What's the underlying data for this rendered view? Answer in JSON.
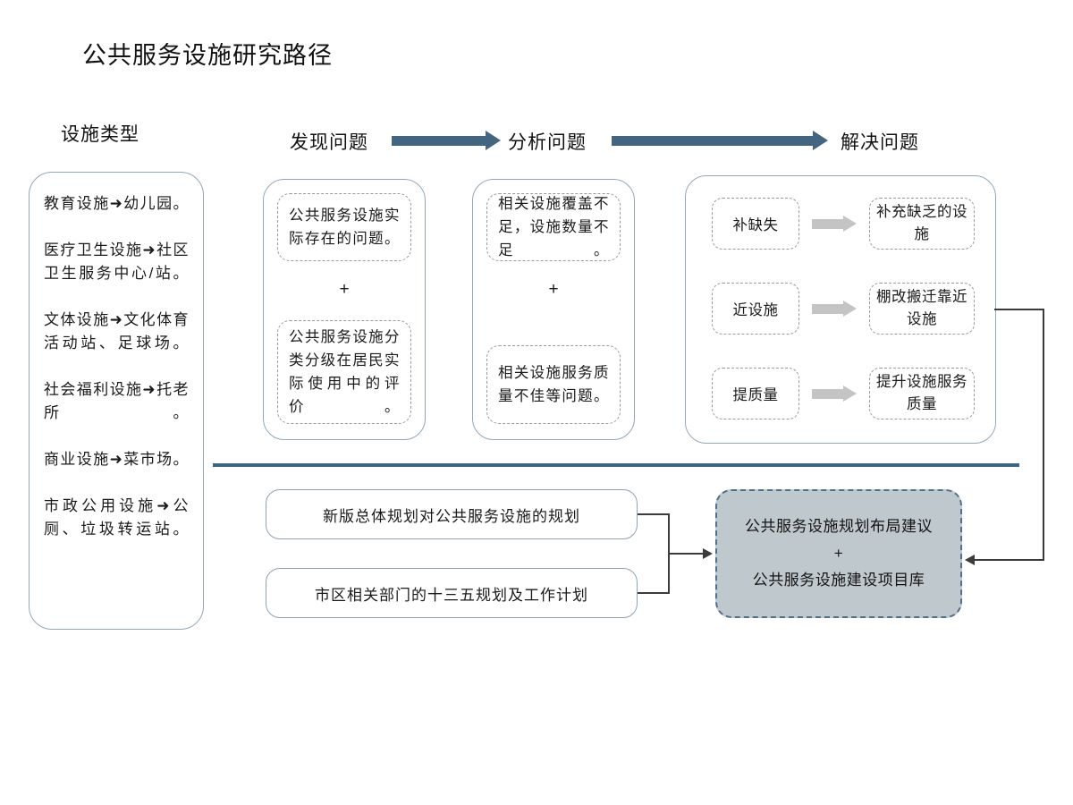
{
  "title": "公共服务设施研究路径",
  "headers": {
    "facility": "设施类型",
    "discover": "发现问题",
    "analyze": "分析问题",
    "solve": "解决问题"
  },
  "colors": {
    "arrow_blue": "#44657f",
    "divider_blue": "#3d6480",
    "panel_border": "#91a7b9",
    "dashed_gray": "#9a9a9a",
    "gray_arrow": "#c4c4c4",
    "result_fill": "#bfc8cd",
    "result_border": "#4f6f8b"
  },
  "facility_items": [
    "教育设施➜幼儿园。",
    "医疗卫生设施➜社区卫生服务中心/站。",
    "文体设施➜文化体育活动站、足球场。",
    "社会福利设施➜托老所。",
    "商业设施➜菜市场。",
    "市政公用设施➜公厕、垃圾转运站。"
  ],
  "discover": {
    "card1": "公共服务设施实际存在的问题。",
    "plus": "+",
    "card2": "公共服务设施分类分级在居民实际使用中的评价。"
  },
  "analyze": {
    "card1": "相关设施覆盖不足，设施数量不足。",
    "plus": "+",
    "card2": "相关设施服务质量不佳等问题。"
  },
  "solve_rows": [
    {
      "source": "补缺失",
      "target": "补充缺乏的设施"
    },
    {
      "source": "近设施",
      "target": "棚改搬迁靠近设施"
    },
    {
      "source": "提质量",
      "target": "提升设施服务质量"
    }
  ],
  "plans": [
    "新版总体规划对公共服务设施的规划",
    "市区相关部门的十三五规划及工作计划"
  ],
  "result": {
    "line1": "公共服务设施规划布局建议",
    "plus": "+",
    "line2": "公共服务设施建设项目库"
  }
}
